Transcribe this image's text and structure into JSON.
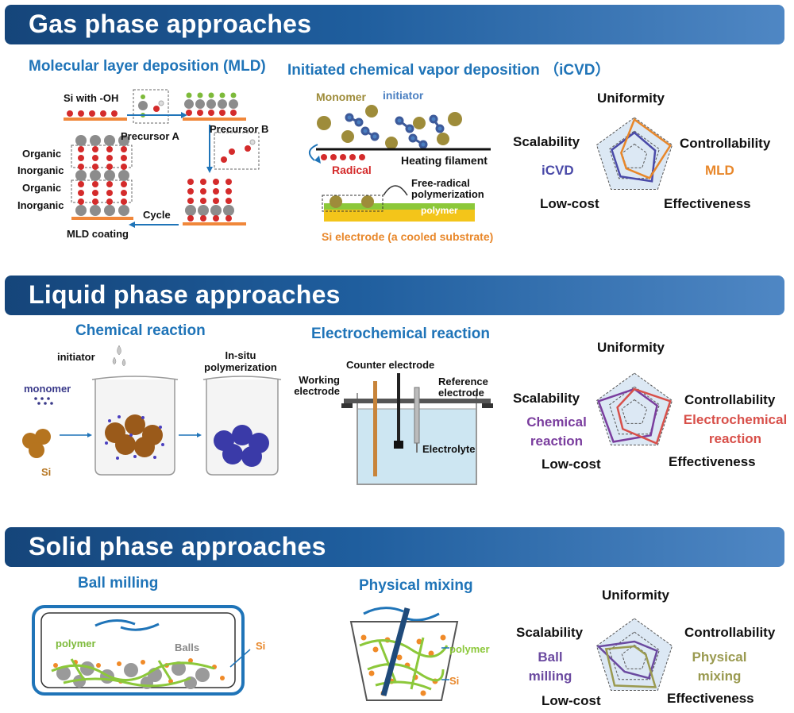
{
  "colors": {
    "header_dark": "#15457a",
    "header_light": "#4f87c4",
    "subtitle": "#1f74b8",
    "icvd": "#4a4aa8",
    "mld": "#e8872a",
    "chemical": "#7a3d9e",
    "electrochemical": "#d8504a",
    "ball": "#6b4aa0",
    "physical": "#9a9a50",
    "atom_red": "#d42b2b",
    "atom_gray": "#8c8c8c",
    "substrate": "#f0873a",
    "si_particle": "#b5741f",
    "polymer_green": "#7dba3a"
  },
  "gas": {
    "title": "Gas phase approaches",
    "mld": {
      "subtitle": "Molecular layer deposition (MLD)",
      "si_oh": "Si with -OH",
      "precursor_a": "Precursor A",
      "precursor_b": "Precursor B",
      "organic1": "Organic",
      "inorganic1": "Inorganic",
      "organic2": "Organic",
      "inorganic2": "Inorganic",
      "cycle": "Cycle",
      "coating": "MLD coating"
    },
    "icvd": {
      "subtitle": "Initiated chemical vapor deposition （iCVD）",
      "monomer": "Monomer",
      "initiator": "initiator",
      "heating": "Heating filament",
      "radical": "Radical",
      "free_radical": "Free-radical polymerization",
      "polymer": "polymer",
      "substrate": "Si electrode (a cooled substrate)"
    },
    "radar": {
      "axes": {
        "top": "Uniformity",
        "right": "Controllability",
        "bottom_right": "Effectiveness",
        "bottom_left": "Low-cost",
        "left": "Scalability"
      },
      "legend_a": "iCVD",
      "legend_b": "MLD"
    }
  },
  "liquid": {
    "title": "Liquid phase approaches",
    "chem": {
      "subtitle": "Chemical reaction",
      "initiator": "initiator",
      "monomer": "monomer",
      "si": "Si",
      "insitu": "In-situ polymerization"
    },
    "electro": {
      "subtitle": "Electrochemical reaction",
      "counter": "Counter electrode",
      "working": "Working electrode",
      "reference": "Reference electrode",
      "electrolyte": "Electrolyte"
    },
    "radar": {
      "axes": {
        "top": "Uniformity",
        "right": "Controllability",
        "bottom_right": "Effectiveness",
        "bottom_left": "Low-cost",
        "left": "Scalability"
      },
      "legend_a": "Chemical reaction",
      "legend_b": "Electrochemical reaction"
    }
  },
  "solid": {
    "title": "Solid phase approaches",
    "ball": {
      "subtitle": "Ball milling",
      "polymer": "polymer",
      "balls": "Balls",
      "si": "Si"
    },
    "phys": {
      "subtitle": "Physical mixing",
      "polymer": "polymer",
      "si": "Si"
    },
    "radar": {
      "axes": {
        "top": "Uniformity",
        "right": "Controllability",
        "bottom_right": "Effectiveness",
        "bottom_left": "Low-cost",
        "left": "Scalability"
      },
      "legend_a": "Ball milling",
      "legend_b": "Physical mixing"
    }
  },
  "radar_values": {
    "gas": {
      "a": [
        0.62,
        0.55,
        0.75,
        0.6,
        0.6
      ],
      "b": [
        0.95,
        0.95,
        0.65,
        0.35,
        0.35
      ]
    },
    "liquid": {
      "a": [
        0.6,
        0.6,
        0.7,
        0.9,
        0.95
      ],
      "b": [
        0.6,
        0.95,
        0.95,
        0.5,
        0.45
      ]
    },
    "solid": {
      "a": [
        0.42,
        0.6,
        0.62,
        0.42,
        0.95
      ],
      "b": [
        0.3,
        0.3,
        0.9,
        0.85,
        0.75
      ]
    }
  }
}
